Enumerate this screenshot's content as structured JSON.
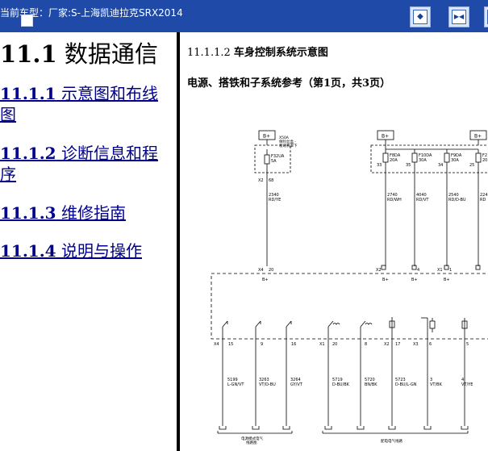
{
  "topbar": {
    "caption": "当前车型：厂家:S-上海凯迪拉克SRX2014"
  },
  "left": {
    "heading_num": "11.1",
    "heading_text": " 数据通信",
    "toc": [
      {
        "num": "11.1.1",
        "text": " 示意图和布线图"
      },
      {
        "num": "11.1.2",
        "text": " 诊断信息和程序"
      },
      {
        "num": "11.1.3",
        "text": " 维修指南"
      },
      {
        "num": "11.1.4",
        "text": " 说明与操作"
      }
    ]
  },
  "right": {
    "section_num": "11.1.1.2",
    "section_title": "车身控制系统示意图",
    "subtitle": "电源、搭铁和子系统参考（第1页，共3页）"
  },
  "diagram": {
    "bplus": "B+",
    "fuse1_note": "X50A\n保险丝盒 -\n发动机罩下",
    "fuses": [
      {
        "name": "F32UA",
        "amp": "5A"
      },
      {
        "name": "F8DA",
        "amp": "20A"
      },
      {
        "name": "F10DA",
        "amp": "30A"
      },
      {
        "name": "F9DA",
        "amp": "30A"
      },
      {
        "name": "F2",
        "amp": "20"
      }
    ],
    "pin_labels": [
      "X2",
      "68",
      "33",
      "35",
      "34",
      "25"
    ],
    "wires_top": [
      {
        "num": "2340",
        "color": "RD/YE"
      },
      {
        "num": "2740",
        "color": "RD/WH"
      },
      {
        "num": "4040",
        "color": "RD/VT"
      },
      {
        "num": "2540",
        "color": "RD/D-BU"
      },
      {
        "num": "224",
        "color": "RD"
      }
    ],
    "conn_labels": [
      "X4",
      "20",
      "X2",
      "4",
      "X1",
      "1"
    ],
    "bplus_labels": [
      "B+",
      "B+",
      "B+",
      "B+"
    ],
    "switch_pins": [
      "X4",
      "15",
      "9",
      "16",
      "X1",
      "20",
      "8",
      "X2",
      "17",
      "X3",
      "6",
      "5"
    ],
    "wires_bottom": [
      {
        "num": "5199",
        "color": "L-GN/VT"
      },
      {
        "num": "3263",
        "color": "VT/D-BU"
      },
      {
        "num": "3264",
        "color": "GY/VT"
      },
      {
        "num": "5719",
        "color": "D-BU/BK"
      },
      {
        "num": "5720",
        "color": "BN/BK"
      },
      {
        "num": "5723",
        "color": "D-BU/L-GN"
      },
      {
        "num": "3",
        "color": "VT/BK"
      },
      {
        "num": "4",
        "color": "VT/YE"
      }
    ],
    "bottom_labels": [
      "电源模式电气\n线路图",
      "配电电气线路"
    ]
  }
}
